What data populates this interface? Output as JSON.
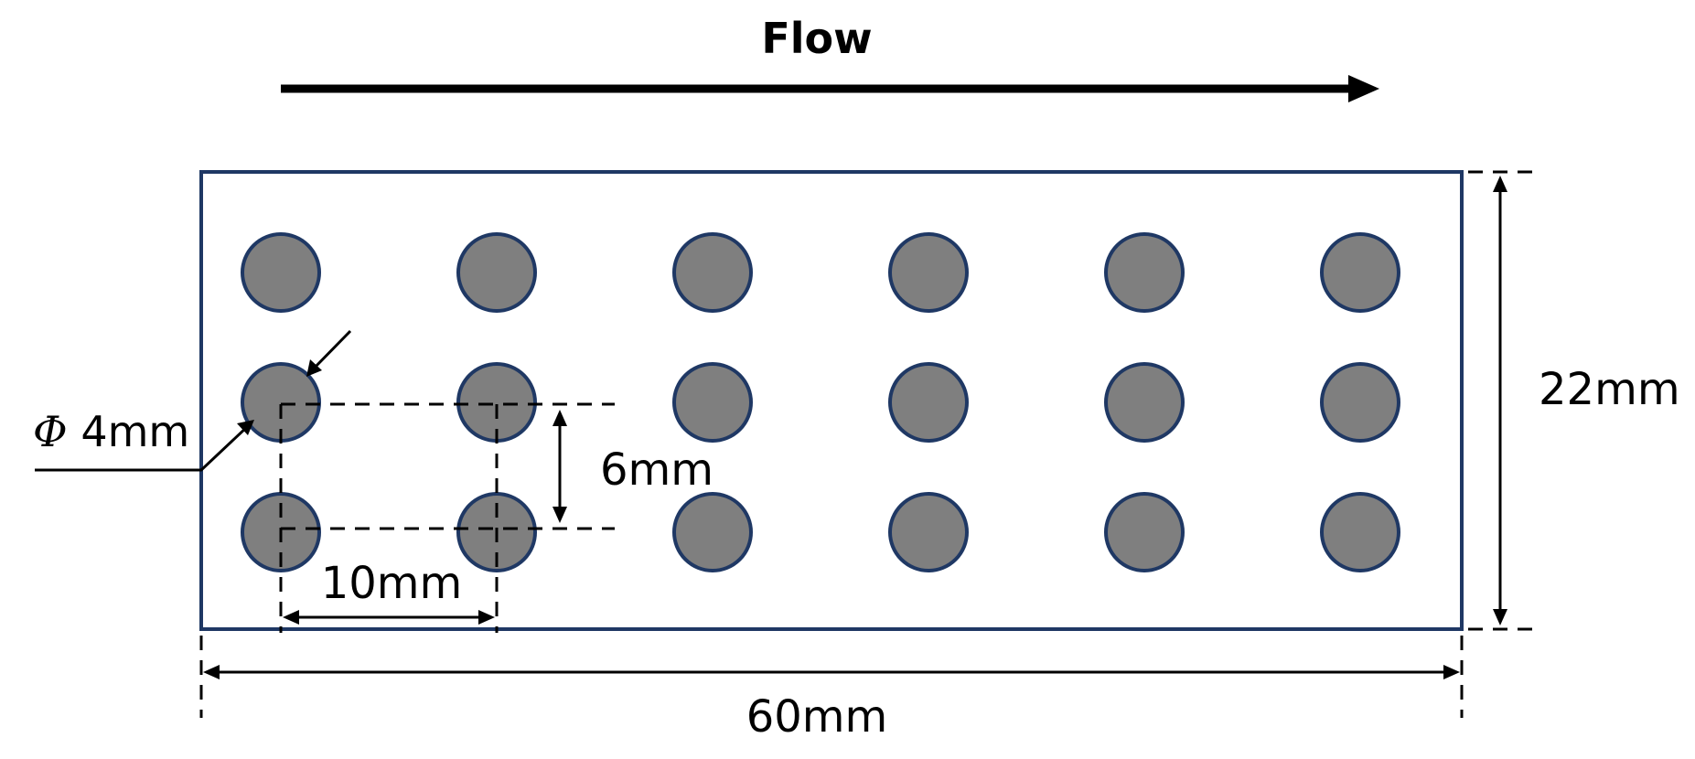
{
  "flow": {
    "label": "Flow"
  },
  "dimensions": {
    "length": "60mm",
    "height": "22mm",
    "spacing_x": "10mm",
    "spacing_y": "6mm",
    "diameter_symbol": "Φ",
    "diameter_value": " 4mm"
  },
  "pin_array": {
    "rows": 3,
    "columns": 6,
    "pin_fill": "#7f7f7f",
    "pin_stroke": "#1f3864"
  },
  "colors": {
    "outline": "#1f3864",
    "line": "#000000"
  }
}
